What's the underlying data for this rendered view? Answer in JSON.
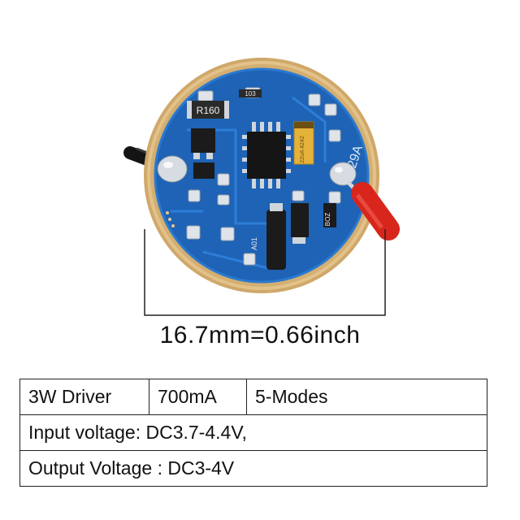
{
  "board": {
    "components": {
      "resistor_marking": "R160",
      "small_resistor_marking": "103",
      "capacitor_marking": "22uA 4242",
      "diode_marking": "A01",
      "side_marking": "BOZ",
      "pcb_marking": "U29A"
    },
    "colors": {
      "pcb": "#1e63b6",
      "gold_rim": "#cfa86a",
      "wire_positive": "#d8261c",
      "wire_negative": "#141414"
    }
  },
  "dimension": {
    "label": "16.7mm=0.66inch"
  },
  "specs": {
    "driver": "3W Driver",
    "current": "700mA",
    "modes": "5-Modes",
    "input_voltage": "Input voltage: DC3.7-4.4V,",
    "output_voltage": "Output Voltage : DC3-4V"
  }
}
